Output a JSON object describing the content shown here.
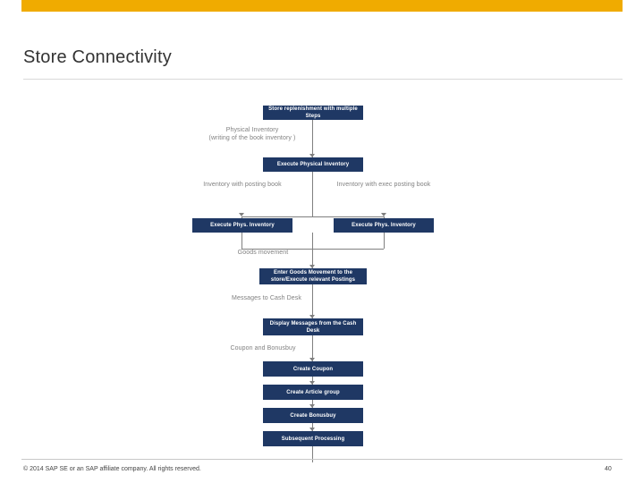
{
  "slide": {
    "title": "Store Connectivity",
    "footer_copyright": "© 2014 SAP SE or an SAP affiliate company. All rights reserved.",
    "page_number": "40",
    "accent_color": "#f0ab00",
    "node_color": "#1f3864",
    "note_color": "#808080"
  },
  "diagram": {
    "nodes": [
      {
        "id": "n1",
        "label": "Store replenishment with multiple Steps"
      },
      {
        "id": "n2",
        "label": "Execute Physical Inventory"
      },
      {
        "id": "n3",
        "label": "Execute Phys. Inventory"
      },
      {
        "id": "n4",
        "label": "Execute Phys. Inventory"
      },
      {
        "id": "n5",
        "label": "Enter Goods Movement to the store/Execute relevant Postings"
      },
      {
        "id": "n6",
        "label": "Display Messages from the Cash Desk"
      },
      {
        "id": "n7",
        "label": "Create Coupon"
      },
      {
        "id": "n8",
        "label": "Create Article group"
      },
      {
        "id": "n9",
        "label": "Create Bonusbuy"
      },
      {
        "id": "n10",
        "label": "Subsequent Processing"
      }
    ],
    "notes": [
      {
        "id": "t1",
        "label": "Physical Inventory\n(writing of the book inventory  )"
      },
      {
        "id": "t2",
        "label": "Inventory with posting book"
      },
      {
        "id": "t3",
        "label": "Inventory with exec posting book"
      },
      {
        "id": "t4",
        "label": "Goods movement"
      },
      {
        "id": "t5",
        "label": "Messages to Cash Desk"
      },
      {
        "id": "t6",
        "label": "Coupon and Bonusbuy"
      }
    ]
  }
}
